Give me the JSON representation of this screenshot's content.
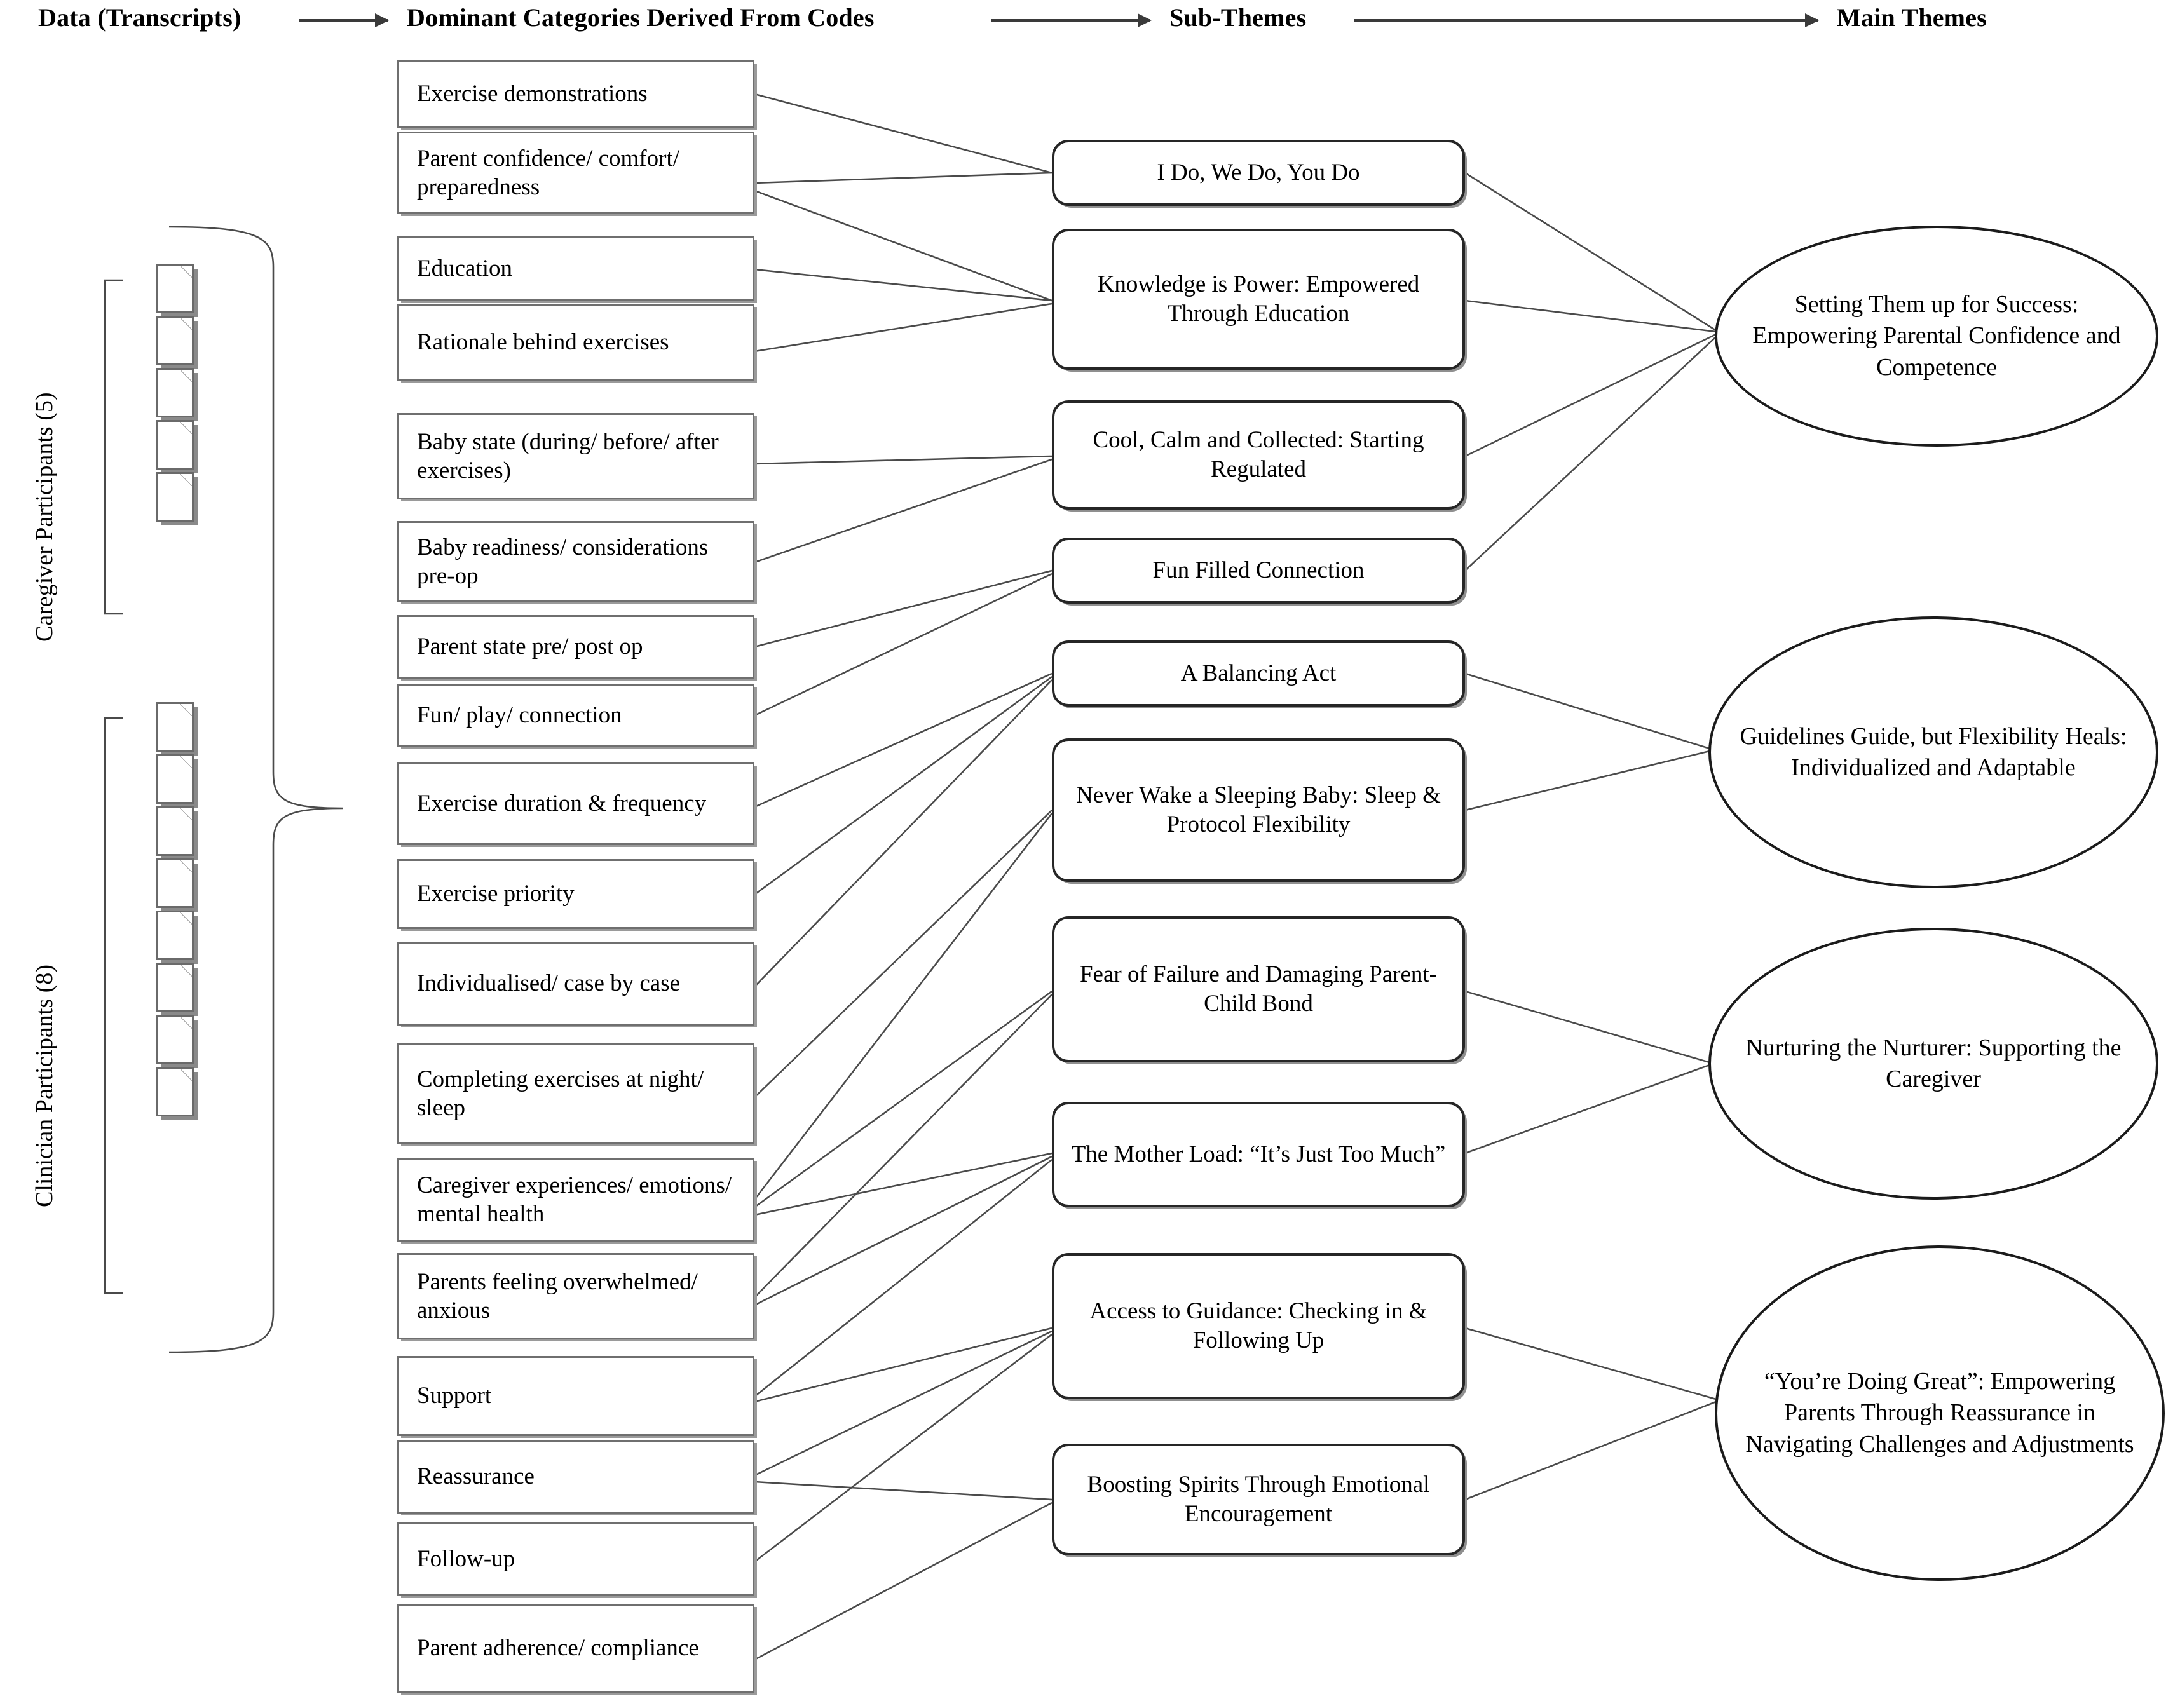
{
  "header": {
    "data_label": "Data (Transcripts)",
    "categories_label": "Dominant Categories Derived From Codes",
    "subthemes_label": "Sub-Themes",
    "mainthemes_label": "Main Themes",
    "arrow_icon": "right-arrow-icon"
  },
  "participants": [
    {
      "label": "Caregiver Participants (5)",
      "count": 5
    },
    {
      "label": "Clinician Participants (8)",
      "count": 8
    }
  ],
  "categories": [
    {
      "label": "Exercise demonstrations"
    },
    {
      "label": "Parent confidence/ comfort/ preparedness"
    },
    {
      "label": "Education"
    },
    {
      "label": "Rationale behind exercises"
    },
    {
      "label": "Baby state (during/ before/ after exercises)"
    },
    {
      "label": "Baby readiness/ considerations pre-op"
    },
    {
      "label": "Parent state pre/ post op"
    },
    {
      "label": "Fun/ play/ connection"
    },
    {
      "label": "Exercise duration & frequency"
    },
    {
      "label": "Exercise priority"
    },
    {
      "label": "Individualised/ case by case"
    },
    {
      "label": "Completing exercises at night/ sleep"
    },
    {
      "label": "Caregiver experiences/ emotions/ mental health"
    },
    {
      "label": "Parents feeling overwhelmed/ anxious"
    },
    {
      "label": "Support"
    },
    {
      "label": "Reassurance"
    },
    {
      "label": "Follow-up"
    },
    {
      "label": "Parent adherence/ compliance"
    }
  ],
  "subthemes": [
    {
      "label": "I Do, We Do, You Do"
    },
    {
      "label": "Knowledge is Power: Empowered Through Education"
    },
    {
      "label": "Cool, Calm and Collected: Starting Regulated"
    },
    {
      "label": "Fun Filled Connection"
    },
    {
      "label": "A Balancing Act"
    },
    {
      "label": "Never Wake a Sleeping Baby: Sleep & Protocol Flexibility"
    },
    {
      "label": "Fear of Failure and Damaging Parent-Child Bond"
    },
    {
      "label": "The Mother Load: “It’s Just Too Much”"
    },
    {
      "label": "Access to Guidance: Checking in & Following Up"
    },
    {
      "label": "Boosting Spirits Through Emotional Encouragement"
    }
  ],
  "mainthemes": [
    {
      "label": "Setting Them up for Success: Empowering Parental Confidence and Competence"
    },
    {
      "label": "Guidelines Guide, but Flexibility Heals: Individualized and Adaptable"
    },
    {
      "label": "Nurturing the Nurturer: Supporting the Caregiver"
    },
    {
      "label": "“You’re Doing Great”: Empowering Parents Through Reassurance in Navigating Challenges and Adjustments"
    }
  ],
  "colors": {
    "line": "#4a4a4a",
    "category_border": "#6f6f6f",
    "subtheme_border": "#262626",
    "ellipse_border": "#1b1b1b",
    "background": "#ffffff"
  }
}
